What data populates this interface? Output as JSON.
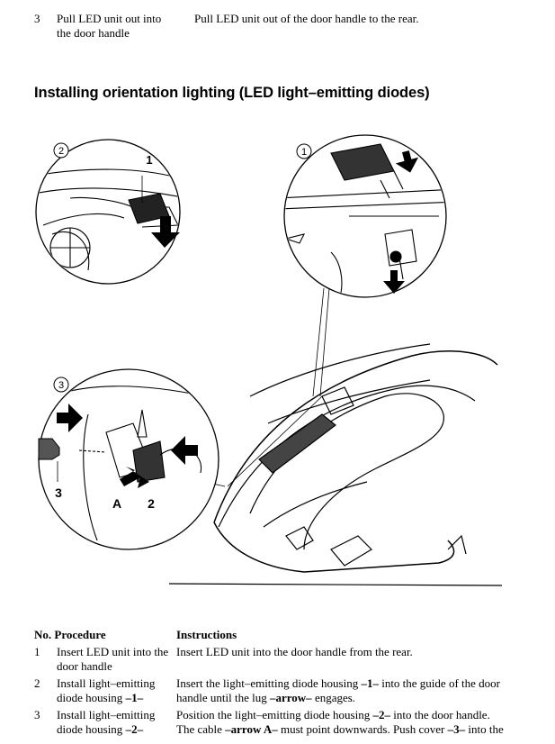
{
  "prev_row": {
    "num": "3",
    "procedure": "Pull LED unit out into the door handle",
    "instructions": "Pull LED unit out of the door handle to the rear."
  },
  "section_title": "Installing orientation lighting (LED light–emitting diodes)",
  "figure": {
    "callout_1": "1",
    "callout_2": "2",
    "callout_3": "3",
    "label_1": "1",
    "label_3": "3",
    "label_A": "A",
    "label_2": "2"
  },
  "table": {
    "col_no": "No.",
    "col_procedure": "Procedure",
    "col_instructions": "Instructions",
    "rows": [
      {
        "num": "1",
        "procedure": "Insert LED unit into the door handle",
        "instr_parts": [
          "Insert LED unit into the door handle from the rear."
        ]
      },
      {
        "num": "2",
        "procedure_a": "Install light–emitting diode housing ",
        "procedure_b": "–1–",
        "instr_1": "Insert the light–emitting diode housing ",
        "instr_2": "–1–",
        "instr_3": " into the guide of the door handle until the lug ",
        "instr_4": "–arrow–",
        "instr_5": " engages."
      },
      {
        "num": "3",
        "procedure_a": "Install light–emitting diode housing ",
        "procedure_b": "–2–",
        "instr_1": "Position the light–emitting diode housing ",
        "instr_2": "–2–",
        "instr_3": " into the door handle.",
        "instr_4": "The cable ",
        "instr_5": "–arrow A–",
        "instr_6": " must point downwards. Push cover ",
        "instr_7": "–3–",
        "instr_8": " into the"
      }
    ]
  }
}
